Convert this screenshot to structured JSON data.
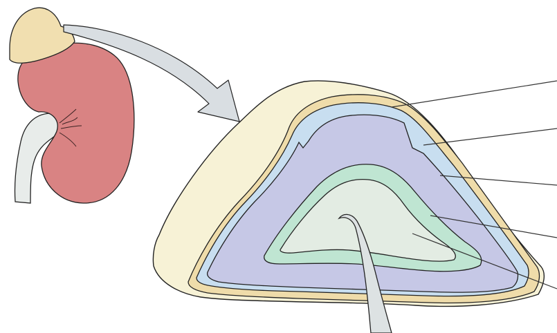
{
  "diagram": {
    "labels": [],
    "colors": {
      "adrenal_gland": "#f1dfb0",
      "kidney": "#d98383",
      "ureter": "#e8ecea",
      "arrow": "#d9dee2",
      "outer_rim": "#f7f2d6",
      "capsule": "#efdcaa",
      "zona_glomerulosa": "#c8def0",
      "zona_fasciculata": "#c6c8e6",
      "zona_reticularis": "#bfe5d2",
      "medulla": "#e3ece3",
      "vessel": "#dde2e3",
      "outline": "#222222",
      "leader_line": "#333333"
    },
    "leader_lines": [
      {
        "target": "capsule"
      },
      {
        "target": "zona-glomerulosa"
      },
      {
        "target": "zona-fasciculata"
      },
      {
        "target": "zona-reticularis"
      },
      {
        "target": "medulla"
      }
    ]
  }
}
